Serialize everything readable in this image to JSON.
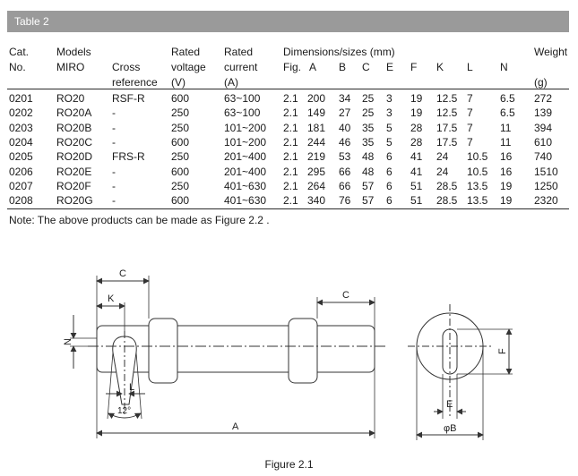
{
  "table_title": "Table 2",
  "header": {
    "row1": {
      "cat": "Cat.",
      "models": "Models",
      "rated1": "Rated",
      "rated2": "Rated",
      "dimensions": "Dimensions/sizes (mm)",
      "weight": "Weight"
    },
    "row2": {
      "no": "No.",
      "miro": "MIRO",
      "cross": "Cross",
      "voltage": "voltage",
      "current": "current",
      "fig": "Fig.",
      "A": "A",
      "B": "B",
      "C": "C",
      "E": "E",
      "F": "F",
      "K": "K",
      "L": "L",
      "N": "N"
    },
    "row3": {
      "reference": "reference",
      "v_unit": "(V)",
      "a_unit": "(A)",
      "g_unit": "(g)"
    }
  },
  "rows": [
    [
      "0201",
      "RO20",
      "RSF-R",
      "600",
      "63~100",
      "2.1",
      "200",
      "34",
      "25",
      "3",
      "19",
      "12.5",
      "7",
      "6.5",
      "272"
    ],
    [
      "0202",
      "RO20A",
      "-",
      "250",
      "63~100",
      "2.1",
      "149",
      "27",
      "25",
      "3",
      "19",
      "12.5",
      "7",
      "6.5",
      "139"
    ],
    [
      "0203",
      "RO20B",
      "-",
      "250",
      "101~200",
      "2.1",
      "181",
      "40",
      "35",
      "5",
      "28",
      "17.5",
      "7",
      "11",
      "394"
    ],
    [
      "0204",
      "RO20C",
      "-",
      "600",
      "101~200",
      "2.1",
      "244",
      "46",
      "35",
      "5",
      "28",
      "17.5",
      "7",
      "11",
      "610"
    ],
    [
      "0205",
      "RO20D",
      "FRS-R",
      "250",
      "201~400",
      "2.1",
      "219",
      "53",
      "48",
      "6",
      "41",
      "24",
      "10.5",
      "16",
      "740"
    ],
    [
      "0206",
      "RO20E",
      "-",
      "600",
      "201~400",
      "2.1",
      "295",
      "66",
      "48",
      "6",
      "41",
      "24",
      "10.5",
      "16",
      "1510"
    ],
    [
      "0207",
      "RO20F",
      "-",
      "250",
      "401~630",
      "2.1",
      "264",
      "66",
      "57",
      "6",
      "51",
      "28.5",
      "13.5",
      "19",
      "1250"
    ],
    [
      "0208",
      "RO20G",
      "-",
      "600",
      "401~630",
      "2.1",
      "340",
      "76",
      "57",
      "6",
      "51",
      "28.5",
      "13.5",
      "19",
      "2320"
    ]
  ],
  "note": "Note: The above products can be made as Figure 2.2 .",
  "figure": {
    "labels": {
      "C_left": "C",
      "C_right": "C",
      "K": "K",
      "N": "N",
      "L": "L",
      "angle": "12°",
      "A": "A",
      "F": "F",
      "E": "E",
      "phiB": "φB"
    },
    "caption": "Figure 2.1"
  }
}
